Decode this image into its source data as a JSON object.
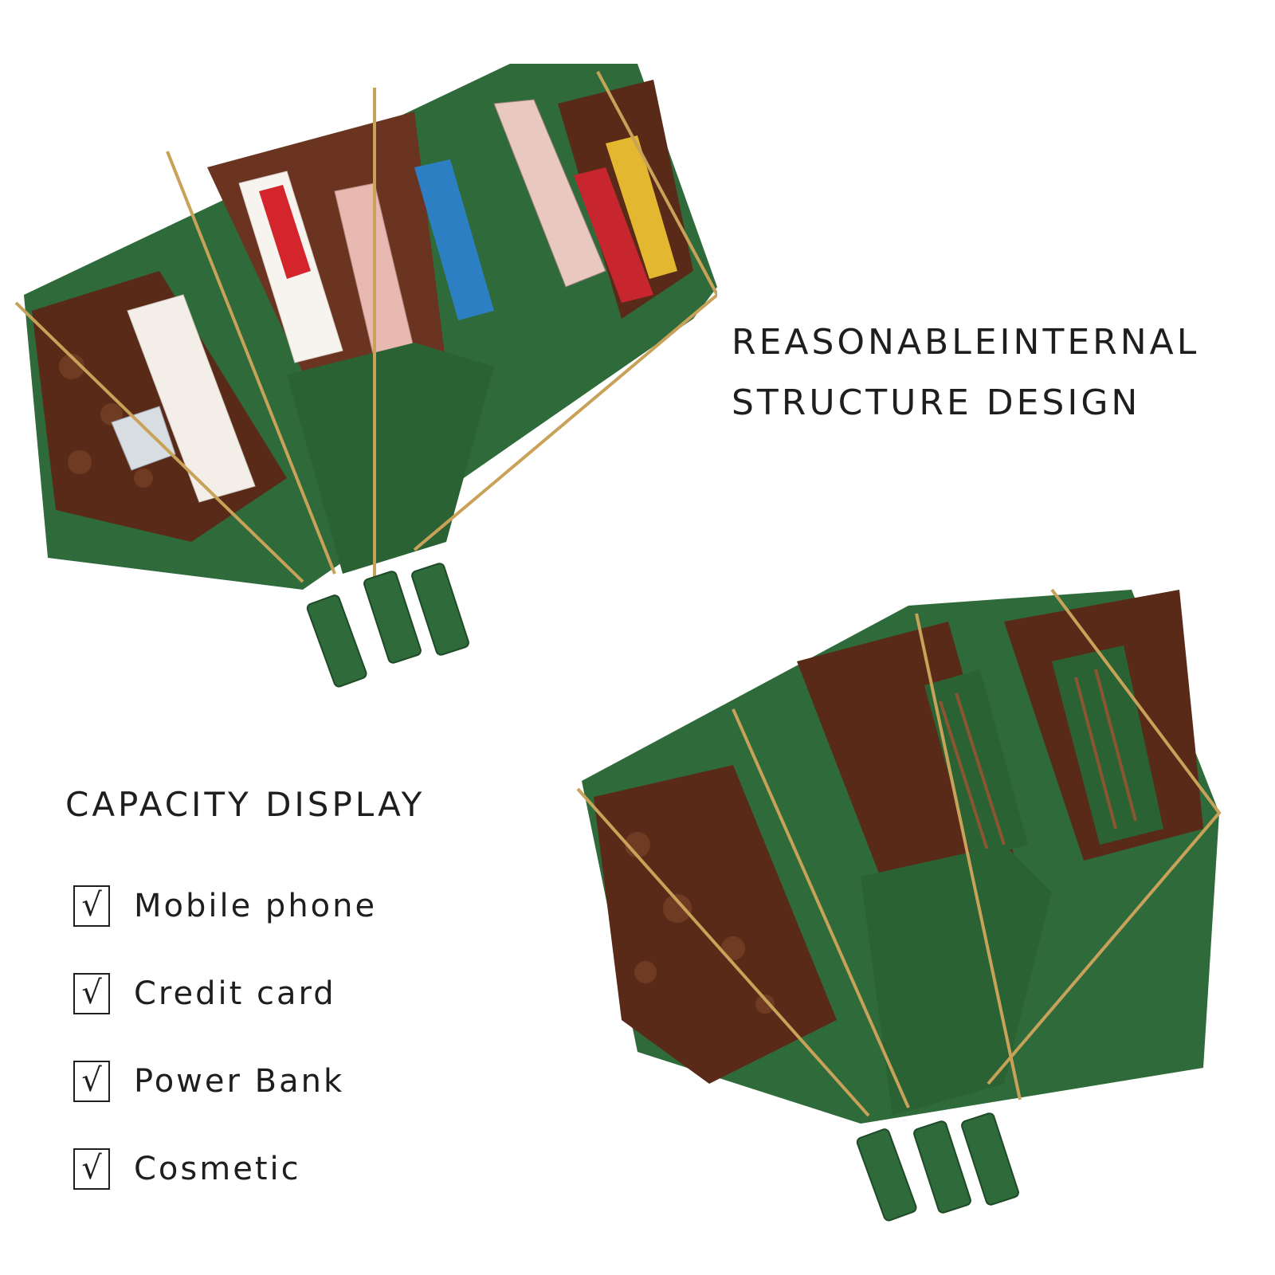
{
  "headline": {
    "line1": "REASONABLEINTERNAL",
    "line2": "STRUCTURE DESIGN"
  },
  "capacity": {
    "title": "CAPACITY DISPLAY",
    "check_mark": "√",
    "items": [
      {
        "label": "Mobile phone"
      },
      {
        "label": "Credit card"
      },
      {
        "label": "Power Bank"
      },
      {
        "label": "Cosmetic"
      }
    ]
  },
  "colors": {
    "bag_green": "#2f6b3a",
    "lining_brown": "#5a2a18",
    "zipper_gold": "#c9a25a",
    "text": "#1e1e1e"
  }
}
